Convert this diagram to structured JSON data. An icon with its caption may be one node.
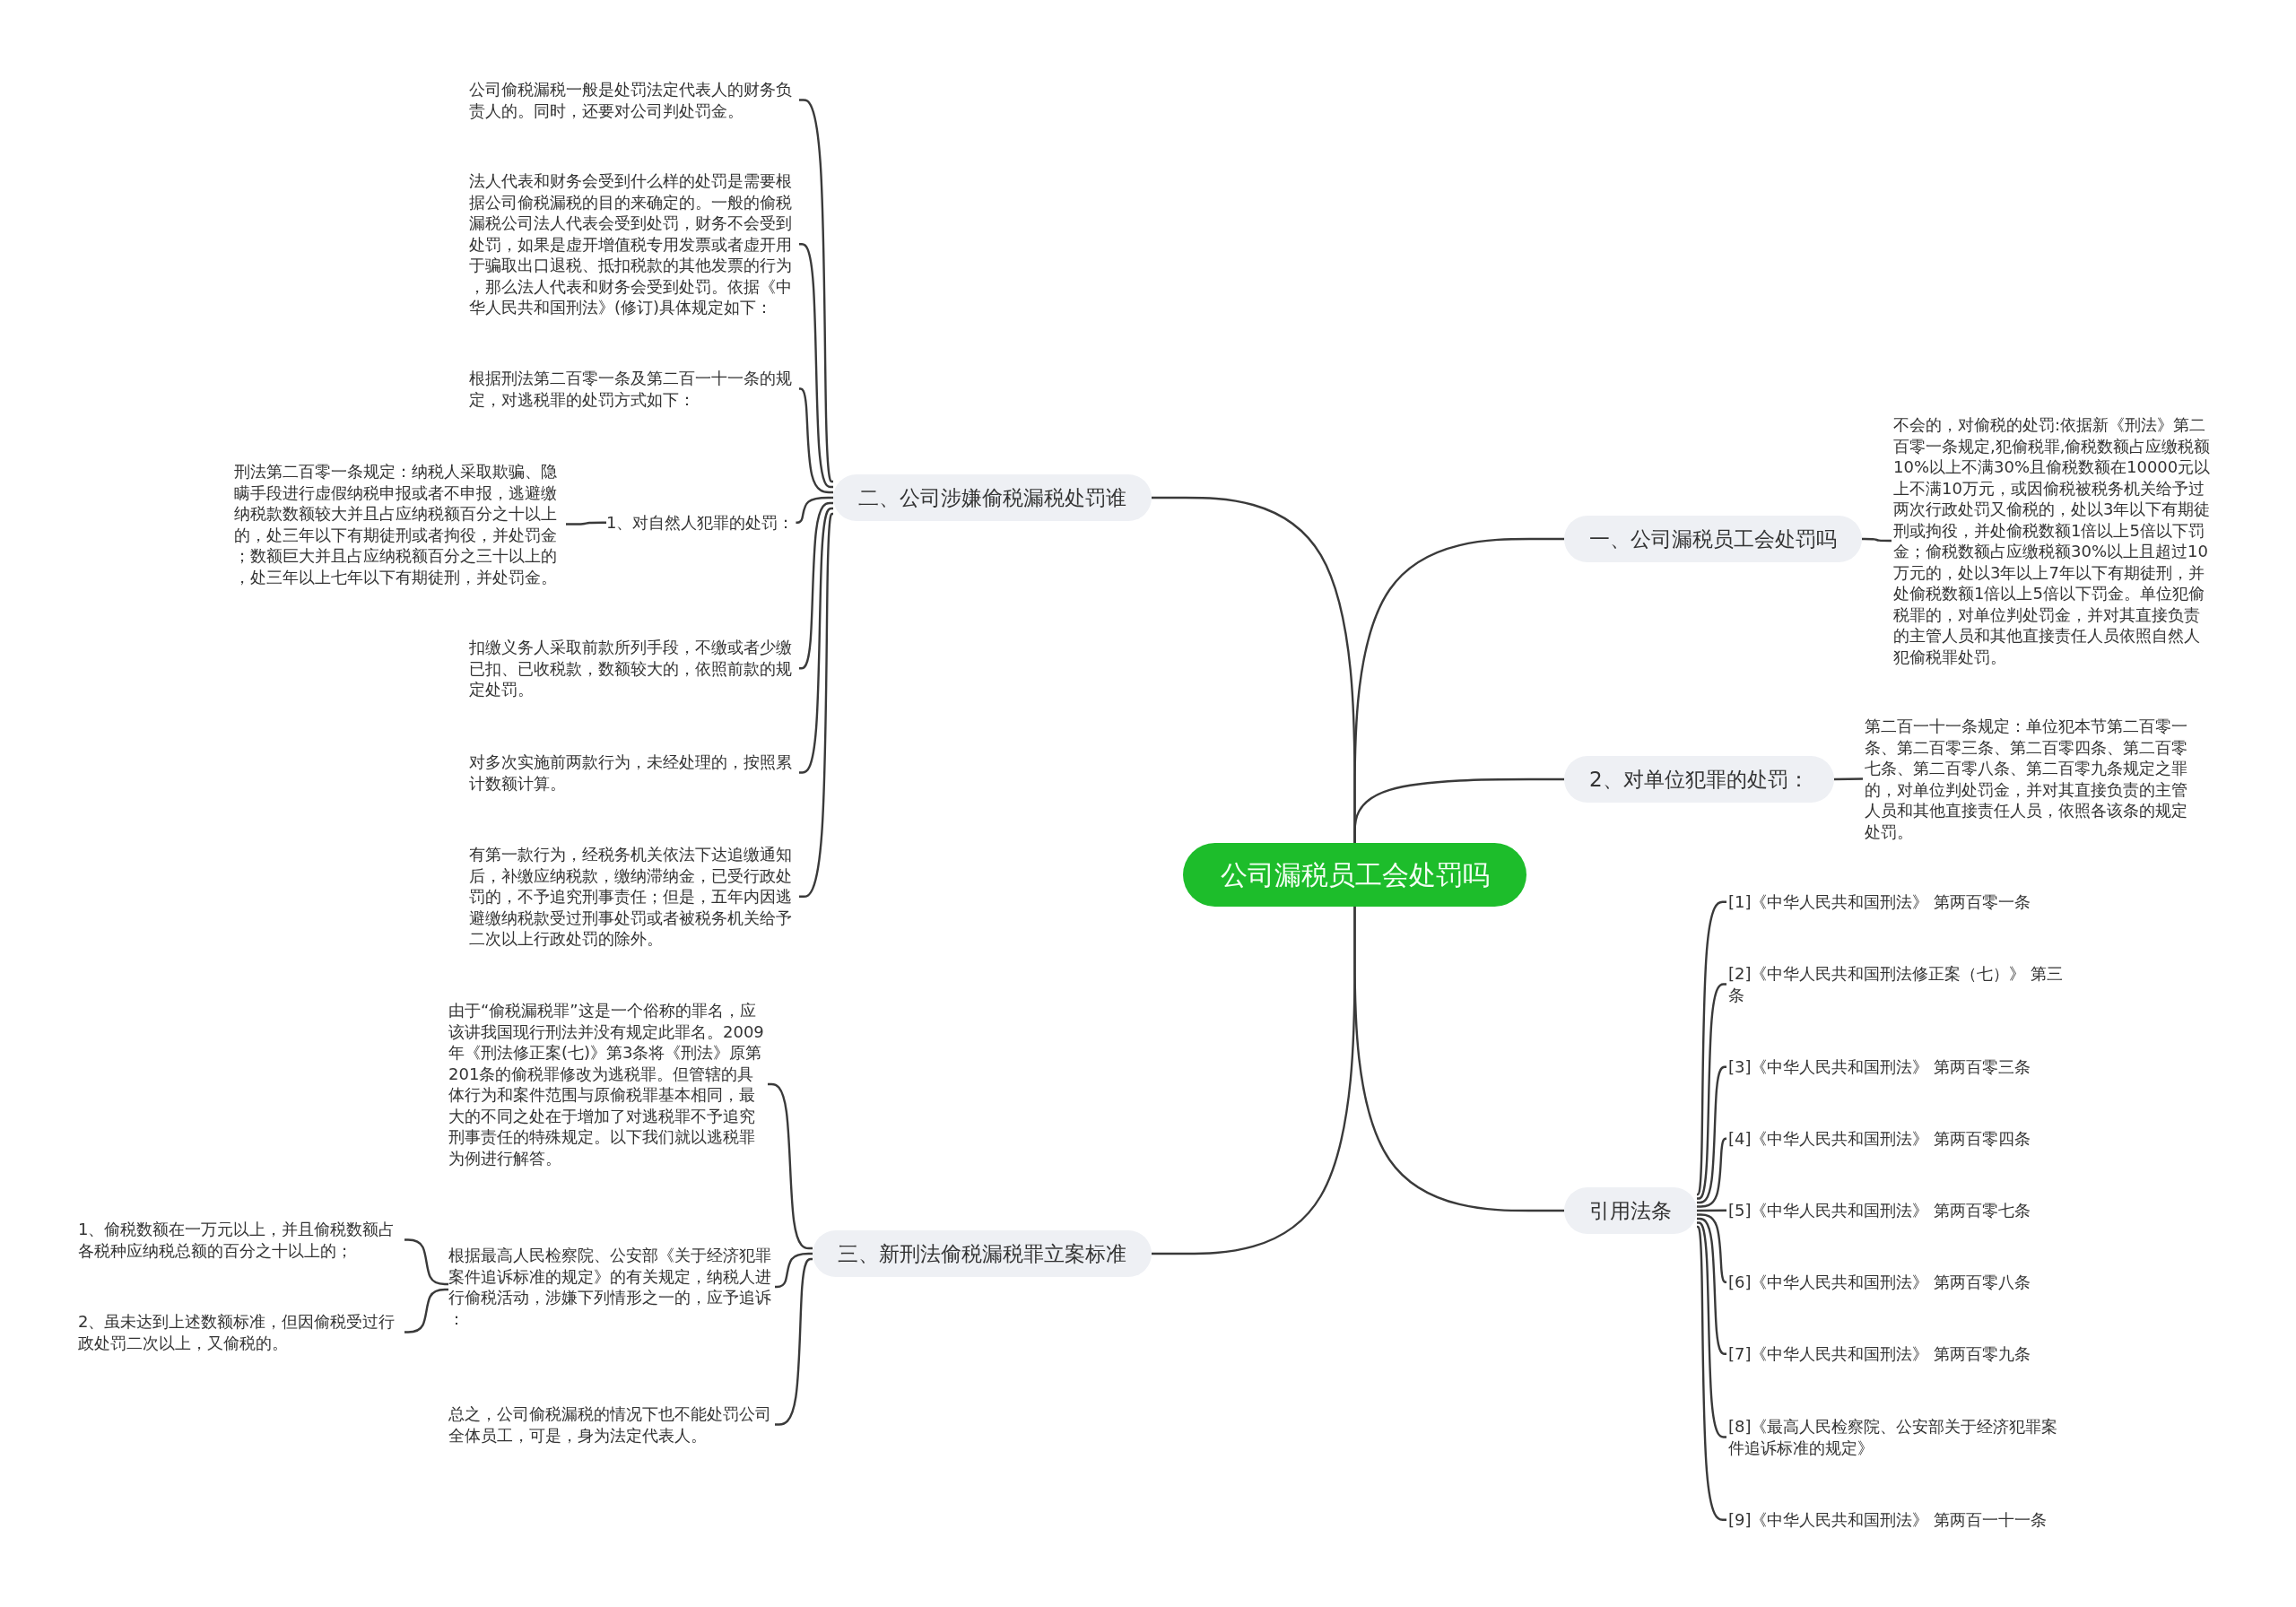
{
  "diagram": {
    "nodes": [
      {
        "text": [
          "公司漏税员工会处罚吗"
        ]
      },
      {
        "text": [
          "二、公司涉嫌偷税漏税处罚谁"
        ]
      },
      {
        "text": [
          "公司偷税漏税一般是处罚法定代表人的财务负责人的。同时，还要对公司判处罚金。"
        ]
      },
      {
        "text": [
          "法人代表和财务会受到什么样的处罚是需要根据公司偷税漏税的目的来确定的。一般的偷税漏税公司法人代表会受到处罚，财务不会受到处罚，如果是虚开增值税专用发票或者虚开用于骗取出口退税、抵扣税款的其他发票的行为，那么法人代表和财务会受到处罚。依据《中华人民共和国刑法》(修订)具体规定如下："
        ]
      },
      {
        "text": [
          "根据刑法第二百零一条及第二百一十一条的规定，对逃税罪的处罚方式如下："
        ]
      },
      {
        "text": [
          "1、对自然人犯罪的处罚："
        ]
      },
      {
        "text": [
          "刑法第二百零一条规定：纳税人采取欺骗、隐瞒手段进行虚假纳税申报或者不申报，逃避缴纳税款数额较大并且占应纳税额百分之十以上的，处三年以下有期徒刑或者拘役，并处罚金；数额巨大并且占应纳税额百分之三十以上的，处三年以上七年以下有期徒刑，并处罚金。"
        ]
      },
      {
        "text": [
          "扣缴义务人采取前款所列手段，不缴或者少缴已扣、已收税款，数额较大的，依照前款的规定处罚。"
        ]
      },
      {
        "text": [
          "对多次实施前两款行为，未经处理的，按照累计数额计算。"
        ]
      },
      {
        "text": [
          "有第一款行为，经税务机关依法下达追缴通知后，补缴应纳税款，缴纳滞纳金，已受行政处罚的，不予追究刑事责任；但是，五年内因逃避缴纳税款受过刑事处罚或者被税务机关给予二次以上行政处罚的除外。"
        ]
      },
      {
        "text": [
          "三、新刑法偷税漏税罪立案标准"
        ]
      },
      {
        "text": [
          "由于“偷税漏税罪”这是一个俗称的罪名，应该讲我国现行刑法并没有规定此罪名。2009年《刑法修正案(七)》第3条将《刑法》原第201条的偷税罪修改为逃税罪。但管辖的具体行为和案件范围与原偷税罪基本相同，最大的不同之处在于增加了对逃税罪不予追究刑事责任的特殊规定。以下我们就以逃税罪为例进行解答。"
        ]
      },
      {
        "text": [
          "根据最高人民检察院、公安部《关于经济犯罪案件追诉标准的规定》的有关规定，纳税人进行偷税活动，涉嫌下列情形之一的，应予追诉："
        ]
      },
      {
        "text": [
          "1、偷税数额在一万元以上，并且偷税数额占各税种应纳税总额的百分之十以上的；"
        ]
      },
      {
        "text": [
          "2、虽未达到上述数额标准，但因偷税受过行政处罚二次以上，又偷税的。"
        ]
      },
      {
        "text": [
          "总之，公司偷税漏税的情况下也不能处罚公司全体员工，可是，身为法定代表人。"
        ]
      },
      {
        "text": [
          "一、公司漏税员工会处罚吗"
        ]
      },
      {
        "text": [
          "不会的，对偷税的处罚:依据新《刑法》第二百零一条规定,犯偷税罪,偷税数额占应缴税额10%以上不满30%且偷税数额在10000元以上不满10万元，或因偷税被税务机关给予过两次行政处罚又偷税的，处以3年以下有期徒刑或拘役，并处偷税数额1倍以上5倍以下罚金；偷税数额占应缴税额30%以上且超过10万元的，处以3年以上7年以下有期徒刑，并处偷税数额1倍以上5倍以下罚金。单位犯偷税罪的，对单位判处罚金，并对其直接负责的主管人员和其他直接责任人员依照自然人犯偷税罪处罚。"
        ]
      },
      {
        "text": [
          "2、对单位犯罪的处罚："
        ]
      },
      {
        "text": [
          "第二百一十一条规定：单位犯本节第二百零一条、第二百零三条、第二百零四条、第二百零七条、第二百零八条、第二百零九条规定之罪的，对单位判处罚金，并对其直接负责的主管人员和其他直接责任人员，依照各该条的规定处罚。"
        ]
      },
      {
        "text": [
          "引用法条"
        ]
      },
      {
        "text": [
          "[1]《中华人民共和国刑法》 第两百零一条"
        ]
      },
      {
        "text": [
          "[2]《中华人民共和国刑法修正案（七）》 第三条"
        ]
      },
      {
        "text": [
          "[3]《中华人民共和国刑法》 第两百零三条"
        ]
      },
      {
        "text": [
          "[4]《中华人民共和国刑法》 第两百零四条"
        ]
      },
      {
        "text": [
          "[5]《中华人民共和国刑法》 第两百零七条"
        ]
      },
      {
        "text": [
          "[6]《中华人民共和国刑法》 第两百零八条"
        ]
      },
      {
        "text": [
          "[7]《中华人民共和国刑法》 第两百零九条"
        ]
      },
      {
        "text": [
          "[8]《最高人民检察院、公安部关于经济犯罪案件追诉标准的规定》"
        ]
      },
      {
        "text": [
          "[9]《中华人民共和国刑法》 第两百一十一条"
        ]
      }
    ],
    "edges": [
      {
        "from": 0,
        "to": 1,
        "arrow": "none"
      },
      {
        "from": 1,
        "to": 2,
        "arrow": "none"
      },
      {
        "from": 1,
        "to": 3,
        "arrow": "none"
      },
      {
        "from": 1,
        "to": 4,
        "arrow": "none"
      },
      {
        "from": 1,
        "to": 5,
        "arrow": "none"
      },
      {
        "from": 5,
        "to": 6,
        "arrow": "none"
      },
      {
        "from": 1,
        "to": 7,
        "arrow": "none"
      },
      {
        "from": 1,
        "to": 8,
        "arrow": "none"
      },
      {
        "from": 1,
        "to": 9,
        "arrow": "none"
      },
      {
        "from": 0,
        "to": 10,
        "arrow": "none"
      },
      {
        "from": 10,
        "to": 11,
        "arrow": "none"
      },
      {
        "from": 10,
        "to": 12,
        "arrow": "none"
      },
      {
        "from": 12,
        "to": 13,
        "arrow": "none"
      },
      {
        "from": 12,
        "to": 14,
        "arrow": "none"
      },
      {
        "from": 10,
        "to": 15,
        "arrow": "none"
      },
      {
        "from": 0,
        "to": 16,
        "arrow": "none"
      },
      {
        "from": 16,
        "to": 17,
        "arrow": "none"
      },
      {
        "from": 0,
        "to": 18,
        "arrow": "none"
      },
      {
        "from": 18,
        "to": 19,
        "arrow": "none"
      },
      {
        "from": 0,
        "to": 20,
        "arrow": "none"
      },
      {
        "from": 20,
        "to": 21,
        "arrow": "none"
      },
      {
        "from": 20,
        "to": 22,
        "arrow": "none"
      },
      {
        "from": 20,
        "to": 23,
        "arrow": "none"
      },
      {
        "from": 20,
        "to": 24,
        "arrow": "none"
      },
      {
        "from": 20,
        "to": 25,
        "arrow": "none"
      },
      {
        "from": 20,
        "to": 26,
        "arrow": "none"
      },
      {
        "from": 20,
        "to": 27,
        "arrow": "none"
      },
      {
        "from": 20,
        "to": 28,
        "arrow": "none"
      },
      {
        "from": 20,
        "to": 29,
        "arrow": "none"
      }
    ]
  }
}
